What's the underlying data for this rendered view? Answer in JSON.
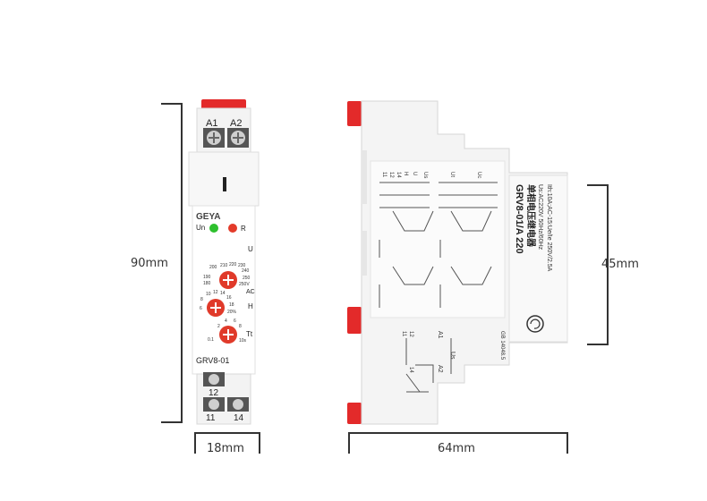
{
  "dimensions": {
    "height_front": "90mm",
    "width_front": "18mm",
    "depth_side": "64mm",
    "height_side": "45mm"
  },
  "front": {
    "terminal_top_left": "A1",
    "terminal_top_right": "A2",
    "brand": "GEYA",
    "led_un": "Un",
    "led_r": "R",
    "knob_u_label": "U",
    "knob_u_ticks": [
      "200",
      "210",
      "220",
      "230",
      "240",
      "190",
      "250",
      "180",
      "250V"
    ],
    "ac_label": "AC",
    "knob_h_label": "H",
    "knob_h_ticks": [
      "10",
      "12",
      "14",
      "16",
      "8",
      "18",
      "6",
      "20%"
    ],
    "knob_t_label": "Tt",
    "knob_t_ticks": [
      "2",
      "4",
      "6",
      "8",
      "0.1",
      "10s"
    ],
    "model": "GRV8-01",
    "terminal_bottom_top": "12",
    "terminal_bottom_left": "11",
    "terminal_bottom_right": "14"
  },
  "side": {
    "title_line1": "GRV8-01/A 220",
    "title_line2": "单相电压继电器",
    "spec_line1": "Us:AC220V 50Hz/60Hz",
    "spec_line2": "Ith:10A;AC-15:Ue/Ie 250V/2.5A",
    "standard": "GB 14048.5",
    "diagram_labels": [
      "11",
      "12",
      "14",
      "H",
      "U",
      "Us",
      "Ut",
      "Uc"
    ],
    "wiring_labels": [
      "A1",
      "A2",
      "Us",
      "11",
      "12",
      "14"
    ]
  }
}
